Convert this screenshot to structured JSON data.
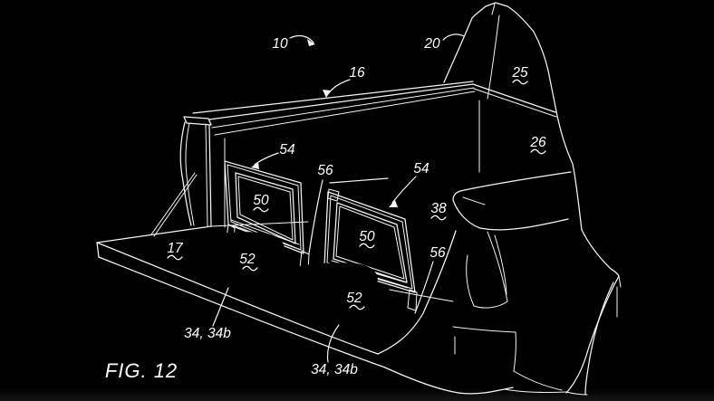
{
  "figure": {
    "caption": "FIG. 12",
    "type": "patent-line-drawing",
    "background_color": "#000000",
    "line_color": "#f5f5f5",
    "text_color": "#ffffff"
  },
  "labels": [
    {
      "text": "10",
      "underline": "none"
    },
    {
      "text": "20",
      "underline": "none"
    },
    {
      "text": "16",
      "underline": "none"
    },
    {
      "text": "25",
      "underline": "wavy"
    },
    {
      "text": "26",
      "underline": "wavy"
    },
    {
      "text": "54",
      "underline": "none"
    },
    {
      "text": "56",
      "underline": "none"
    },
    {
      "text": "54",
      "underline": "none"
    },
    {
      "text": "38",
      "underline": "wavy"
    },
    {
      "text": "50",
      "underline": "wavy"
    },
    {
      "text": "17",
      "underline": "wavy"
    },
    {
      "text": "50",
      "underline": "wavy"
    },
    {
      "text": "56",
      "underline": "none"
    },
    {
      "text": "52",
      "underline": "wavy"
    },
    {
      "text": "52",
      "underline": "wavy"
    },
    {
      "text": "34, 34b",
      "underline": "none"
    },
    {
      "text": "34, 34b",
      "underline": "none"
    }
  ]
}
